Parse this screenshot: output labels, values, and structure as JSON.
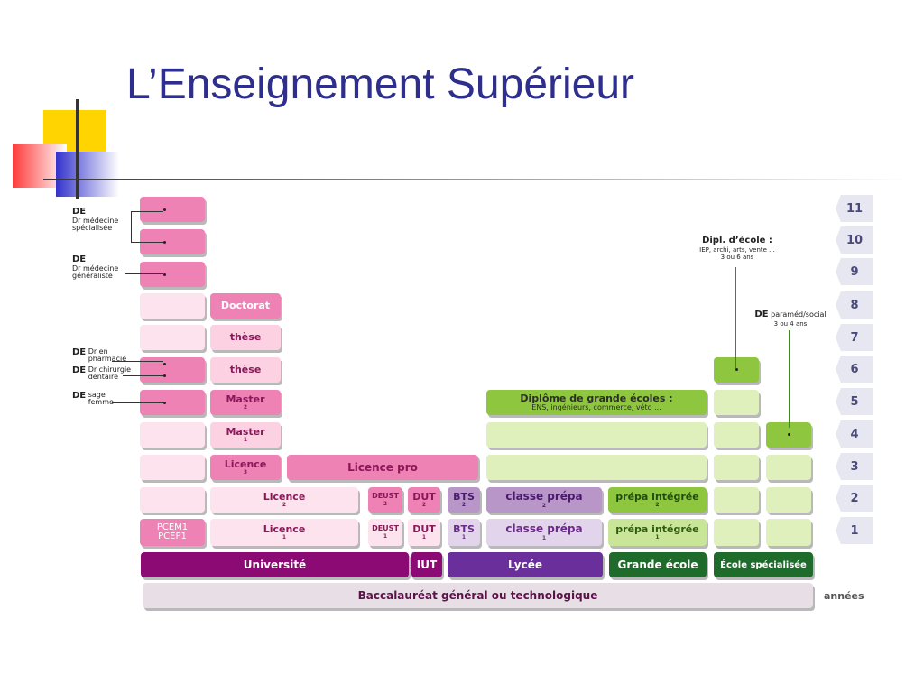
{
  "title": "L’Enseignement Supérieur",
  "years": [
    "11",
    "10",
    "9",
    "8",
    "7",
    "6",
    "5",
    "4",
    "3",
    "2",
    "1"
  ],
  "years_label": "années",
  "left_labels": {
    "de1_title": "DE",
    "de1_text": "Dr médecine spécialisée",
    "de2_title": "DE",
    "de2_text": "Dr médecine généraliste",
    "de3_title": "DE",
    "de3_text": "Dr en pharmacie",
    "de4_title": "DE",
    "de4_text": "Dr chirurgie dentaire",
    "de5_title": "DE",
    "de5_text": "sage femme"
  },
  "university": {
    "doctorat": "Doctorat",
    "these1": "thèse",
    "these2": "thèse",
    "master2": "Master",
    "master2_n": "2",
    "master1": "Master",
    "master1_n": "1",
    "licence3": "Licence",
    "licence3_n": "3",
    "licence_pro": "Licence pro",
    "licence2": "Licence",
    "licence2_n": "2",
    "licence1": "Licence",
    "licence1_n": "1",
    "pcem1": "PCEM1",
    "pcep1": "PCEP1"
  },
  "iut": {
    "deust2": "DEUST",
    "deust2_n": "2",
    "dut2": "DUT",
    "dut2_n": "2",
    "deust1": "DEUST",
    "deust1_n": "1",
    "dut1": "DUT",
    "dut1_n": "1"
  },
  "lycee": {
    "bts2": "BTS",
    "bts2_n": "2",
    "bts1": "BTS",
    "bts1_n": "1",
    "prepa2": "classe prépa",
    "prepa2_n": "2",
    "prepa1": "classe prépa",
    "prepa1_n": "1"
  },
  "grande_ecole": {
    "diplome": "Diplôme de grande écoles :",
    "diplome_sub": "ENS, ingénieurs, commerce, véto ...",
    "prepa_int2": "prépa intégrée",
    "prepa_int2_n": "2",
    "prepa_int1": "prépa intégrée",
    "prepa_int1_n": "1"
  },
  "ecole_spec": {
    "dipl_title": "Dipl. d’école :",
    "dipl_text1": "IEP, archi, arts, vente ...",
    "dipl_text2": "3 ou 6 ans",
    "de_title": "DE",
    "de_text1": "paraméd/social",
    "de_text2": "3 ou 4 ans"
  },
  "bases": {
    "universite": "Université",
    "iut": "IUT",
    "lycee": "Lycée",
    "grande_ecole": "Grande école",
    "ecole_specialisee": "École spécialisée",
    "bac": "Baccalauréat général ou technologique"
  },
  "colors": {
    "universite": "#8c0a73",
    "lycee": "#6a2f9a",
    "grande_ecole": "#1f6b2c",
    "ecole_specialisee": "#1f6b2c",
    "title": "#2e2e8c"
  }
}
